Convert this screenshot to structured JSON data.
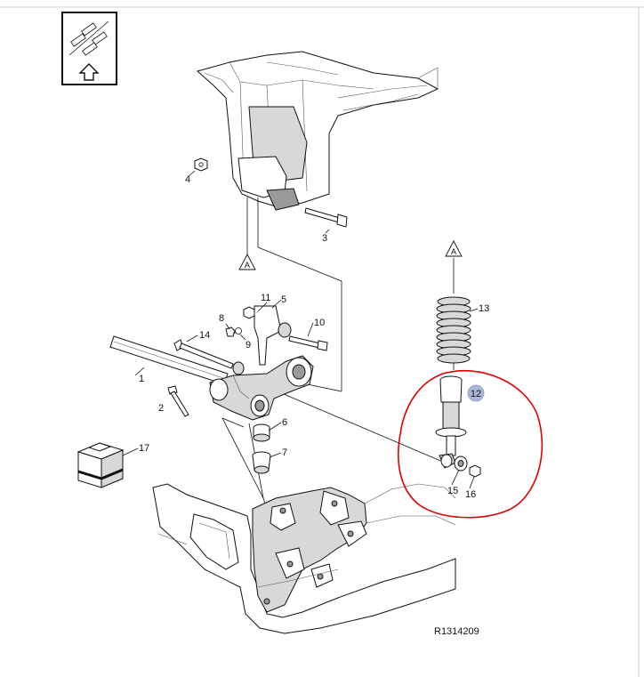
{
  "diagram": {
    "reference_code": "R1314209",
    "section_marker": "A",
    "callouts": [
      {
        "id": "c1",
        "label": "1"
      },
      {
        "id": "c2",
        "label": "2"
      },
      {
        "id": "c3",
        "label": "3"
      },
      {
        "id": "c4",
        "label": "4"
      },
      {
        "id": "c5",
        "label": "5"
      },
      {
        "id": "c6",
        "label": "6"
      },
      {
        "id": "c7",
        "label": "7"
      },
      {
        "id": "c8",
        "label": "8"
      },
      {
        "id": "c9",
        "label": "9"
      },
      {
        "id": "c10",
        "label": "10"
      },
      {
        "id": "c11",
        "label": "11"
      },
      {
        "id": "c12",
        "label": "12"
      },
      {
        "id": "c13",
        "label": "13"
      },
      {
        "id": "c14",
        "label": "14"
      },
      {
        "id": "c15",
        "label": "15"
      },
      {
        "id": "c16",
        "label": "16"
      },
      {
        "id": "c17",
        "label": "17"
      }
    ],
    "colors": {
      "annotation_circle": "#e00000",
      "highlight_badge": "#aab8d8",
      "line": "#111111"
    }
  }
}
